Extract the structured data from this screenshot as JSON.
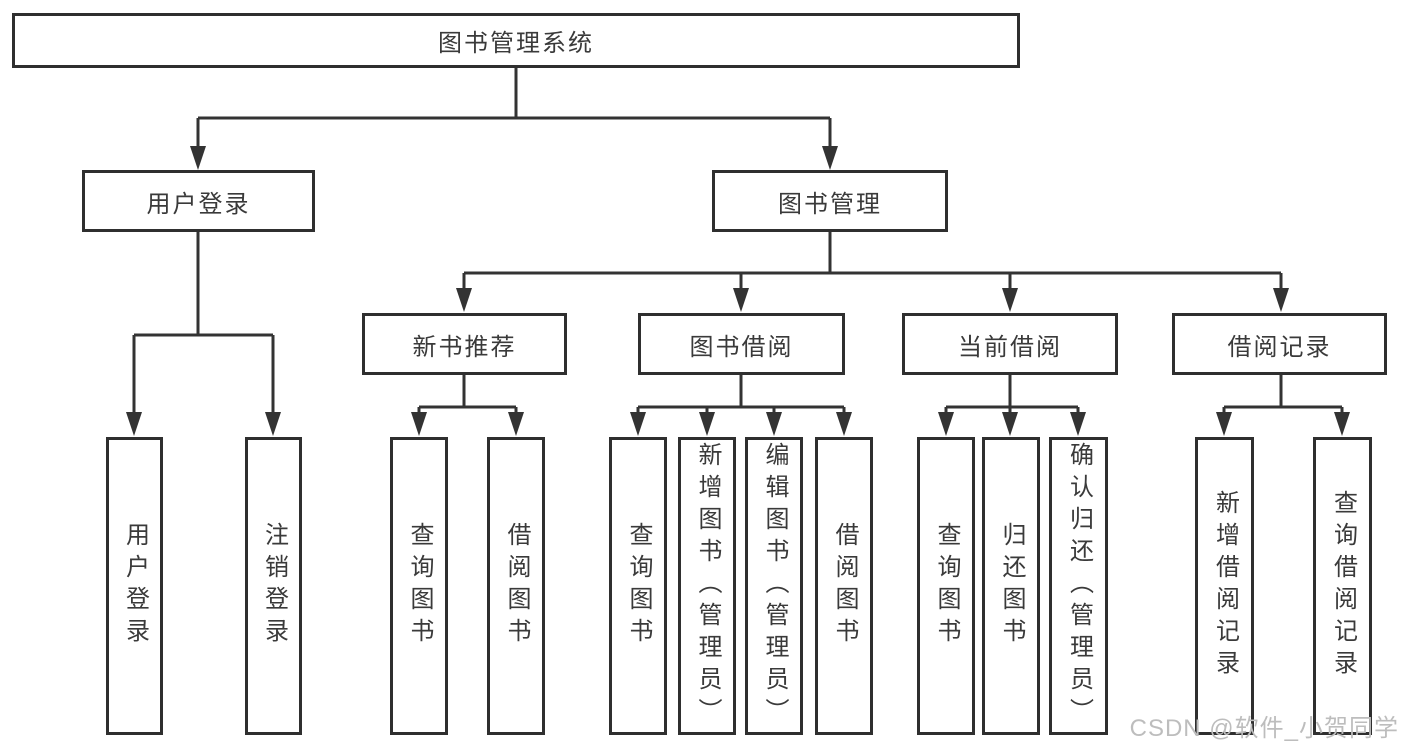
{
  "colors": {
    "line": "#333333",
    "box_border": "#2f2f2f",
    "text": "#3a3a3a",
    "background": "#ffffff",
    "watermark_text": "#bdbdbd"
  },
  "diagram": {
    "root": {
      "label": "图书管理系统"
    },
    "user_login": {
      "label": "用户登录",
      "children": [
        {
          "label": "用户登录"
        },
        {
          "label": "注销登录"
        }
      ]
    },
    "book_management": {
      "label": "图书管理",
      "children": [
        {
          "label": "新书推荐",
          "children": [
            {
              "label": "查询图书"
            },
            {
              "label": "借阅图书"
            }
          ]
        },
        {
          "label": "图书借阅",
          "children": [
            {
              "label": "查询图书"
            },
            {
              "label": "新增图书（管理员）"
            },
            {
              "label": "编辑图书（管理员）"
            },
            {
              "label": "借阅图书"
            }
          ]
        },
        {
          "label": "当前借阅",
          "children": [
            {
              "label": "查询图书"
            },
            {
              "label": "归还图书"
            },
            {
              "label": "确认归还（管理员）"
            }
          ]
        },
        {
          "label": "借阅记录",
          "children": [
            {
              "label": "新增借阅记录"
            },
            {
              "label": "查询借阅记录"
            }
          ]
        }
      ]
    },
    "watermark": "CSDN @软件_小贺同学"
  }
}
